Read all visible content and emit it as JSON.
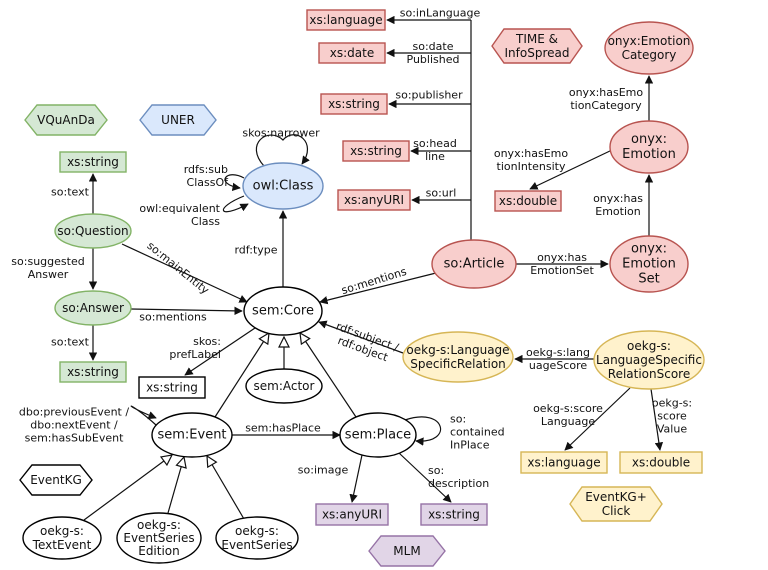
{
  "colors": {
    "green_fill": "#d5e8d4",
    "green_stroke": "#82b366",
    "blue_fill": "#dae8fc",
    "blue_stroke": "#6c8ebf",
    "red_fill": "#f8cecc",
    "red_stroke": "#b85450",
    "yellow_fill": "#fff2cc",
    "yellow_stroke": "#d6b656",
    "purple_fill": "#e1d5e7",
    "purple_stroke": "#9673a6",
    "white_fill": "#ffffff",
    "black_stroke": "#000000"
  },
  "legend": {
    "vquanda": "VQuAnDa",
    "uner": "UNER",
    "time_infospread": [
      "TIME &",
      "InfoSpread"
    ],
    "eventkg": "EventKG",
    "eventkg_click": [
      "EventKG+",
      "Click"
    ],
    "mlm": "MLM"
  },
  "nodes": {
    "owl_class": "owl:Class",
    "so_question": "so:Question",
    "so_answer": "so:Answer",
    "xs_string_q": "xs:string",
    "xs_string_a": "xs:string",
    "sem_core": "sem:Core",
    "sem_actor": "sem:Actor",
    "xs_string_core": "xs:string",
    "sem_event": "sem:Event",
    "sem_place": "sem:Place",
    "oekg_textevent": [
      "oekg-s:",
      "TextEvent"
    ],
    "oekg_seriesedition": [
      "oekg-s:",
      "EventSeries",
      "Edition"
    ],
    "oekg_eventseries": [
      "oekg-s:",
      "EventSeries"
    ],
    "xs_anyuri_place": "xs:anyURI",
    "xs_string_place": "xs:string",
    "xs_language_top": "xs:language",
    "xs_date": "xs:date",
    "xs_string_pub": "xs:string",
    "xs_string_head": "xs:string",
    "xs_anyuri_url": "xs:anyURI",
    "so_article": "so:Article",
    "onyx_emotion_category": [
      "onyx:Emotion",
      "Category"
    ],
    "onyx_emotion": [
      "onyx:",
      "Emotion"
    ],
    "onyx_emotion_set": [
      "onyx:",
      "Emotion",
      "Set"
    ],
    "xs_double_emo": "xs:double",
    "oekg_lsr": [
      "oekg-s:Language",
      "SpecificRelation"
    ],
    "oekg_lsrs": [
      "oekg-s:",
      "LanguageSpecific",
      "RelationScore"
    ],
    "xs_language_score": "xs:language",
    "xs_double_score": "xs:double"
  },
  "edges": {
    "skos_narrower": "skos:narrower",
    "rdfs_subclassof": [
      "rdfs:sub",
      "ClassOf"
    ],
    "owl_equivalentclass": [
      "owl:equivalent",
      "Class"
    ],
    "rdf_type": "rdf:type",
    "so_text_q": "so:text",
    "so_suggested_answer": [
      "so:suggested",
      "Answer"
    ],
    "so_main_entity": "so:mainEntity",
    "so_mentions_answer": "so:mentions",
    "so_text_a": "so:text",
    "skos_preflabel": [
      "skos:",
      "prefLabel"
    ],
    "so_mentions_article": "so:mentions",
    "rdf_subject_object": [
      "rdf:subject /",
      "rdf:object"
    ],
    "dbo_prev_next_sub": [
      "dbo:previousEvent /",
      "dbo:nextEvent /",
      "sem:hasSubEvent"
    ],
    "sem_has_place": "sem:hasPlace",
    "so_contained_in_place": [
      "so:",
      "contained",
      "InPlace"
    ],
    "so_image": "so:image",
    "so_description": [
      "so:",
      "description"
    ],
    "so_in_language": "so:inLanguage",
    "so_date_published": [
      "so:date",
      "Published"
    ],
    "so_publisher": "so:publisher",
    "so_headline": [
      "so:head",
      "line"
    ],
    "so_url": "so:url",
    "onyx_has_emotion_set": [
      "onyx:has",
      "EmotionSet"
    ],
    "onyx_has_emotion": [
      "onyx:has",
      "Emotion"
    ],
    "onyx_has_emotion_intensity": [
      "onyx:hasEmo",
      "tionIntensity"
    ],
    "onyx_has_emotion_category": [
      "onyx:hasEmo",
      "tionCategory"
    ],
    "oekg_language_score": [
      "oekg-s:lang",
      "uageScore"
    ],
    "oekg_score_language": [
      "oekg-s:score",
      "Language"
    ],
    "oekg_score_value": [
      "oekg-s:",
      "score",
      "Value"
    ]
  }
}
